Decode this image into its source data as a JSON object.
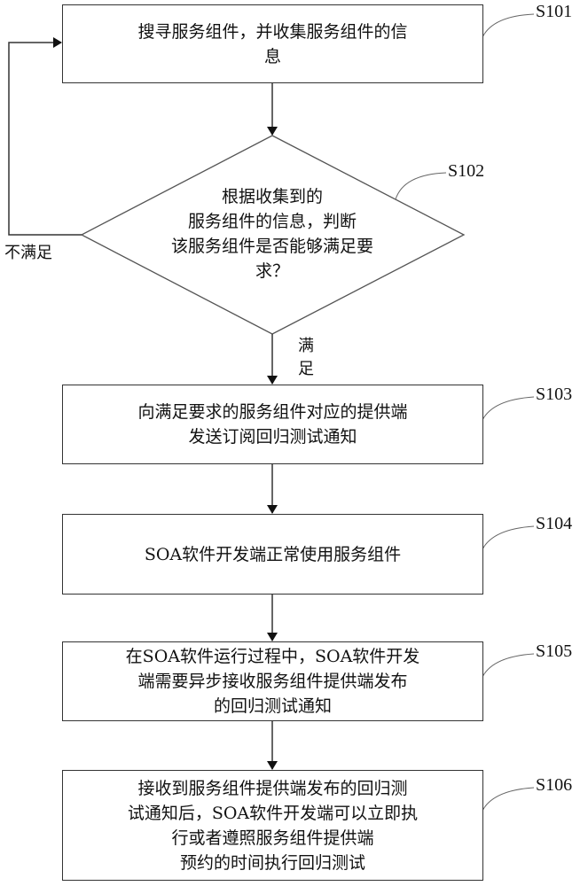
{
  "steps": {
    "s101": {
      "id": "S101",
      "lines": [
        "搜寻服务组件，并收集服务组件的信",
        "息"
      ]
    },
    "s102": {
      "id": "S102",
      "lines": [
        "根据收集到的",
        "服务组件的信息，判断",
        "该服务组件是否能够满足要",
        "求？"
      ]
    },
    "s103": {
      "id": "S103",
      "lines": [
        "向满足要求的服务组件对应的提供端",
        "发送订阅回归测试通知"
      ]
    },
    "s104": {
      "id": "S104",
      "lines": [
        "SOA软件开发端正常使用服务组件"
      ]
    },
    "s105": {
      "id": "S105",
      "lines": [
        "在SOA软件运行过程中，SOA软件开发",
        "端需要异步接收服务组件提供端发布",
        "的回归测试通知"
      ]
    },
    "s106": {
      "id": "S106",
      "lines": [
        "接收到服务组件提供端发布的回归测",
        "试通知后，SOA软件开发端可以立即执",
        "行或者遵照服务组件提供端",
        "预约的时间执行回归测试"
      ]
    }
  },
  "edges": {
    "no_label": "不满足",
    "yes_label_1": "满",
    "yes_label_2": "足"
  },
  "colors": {
    "line": "#333333",
    "text": "#111111",
    "background": "#ffffff"
  }
}
